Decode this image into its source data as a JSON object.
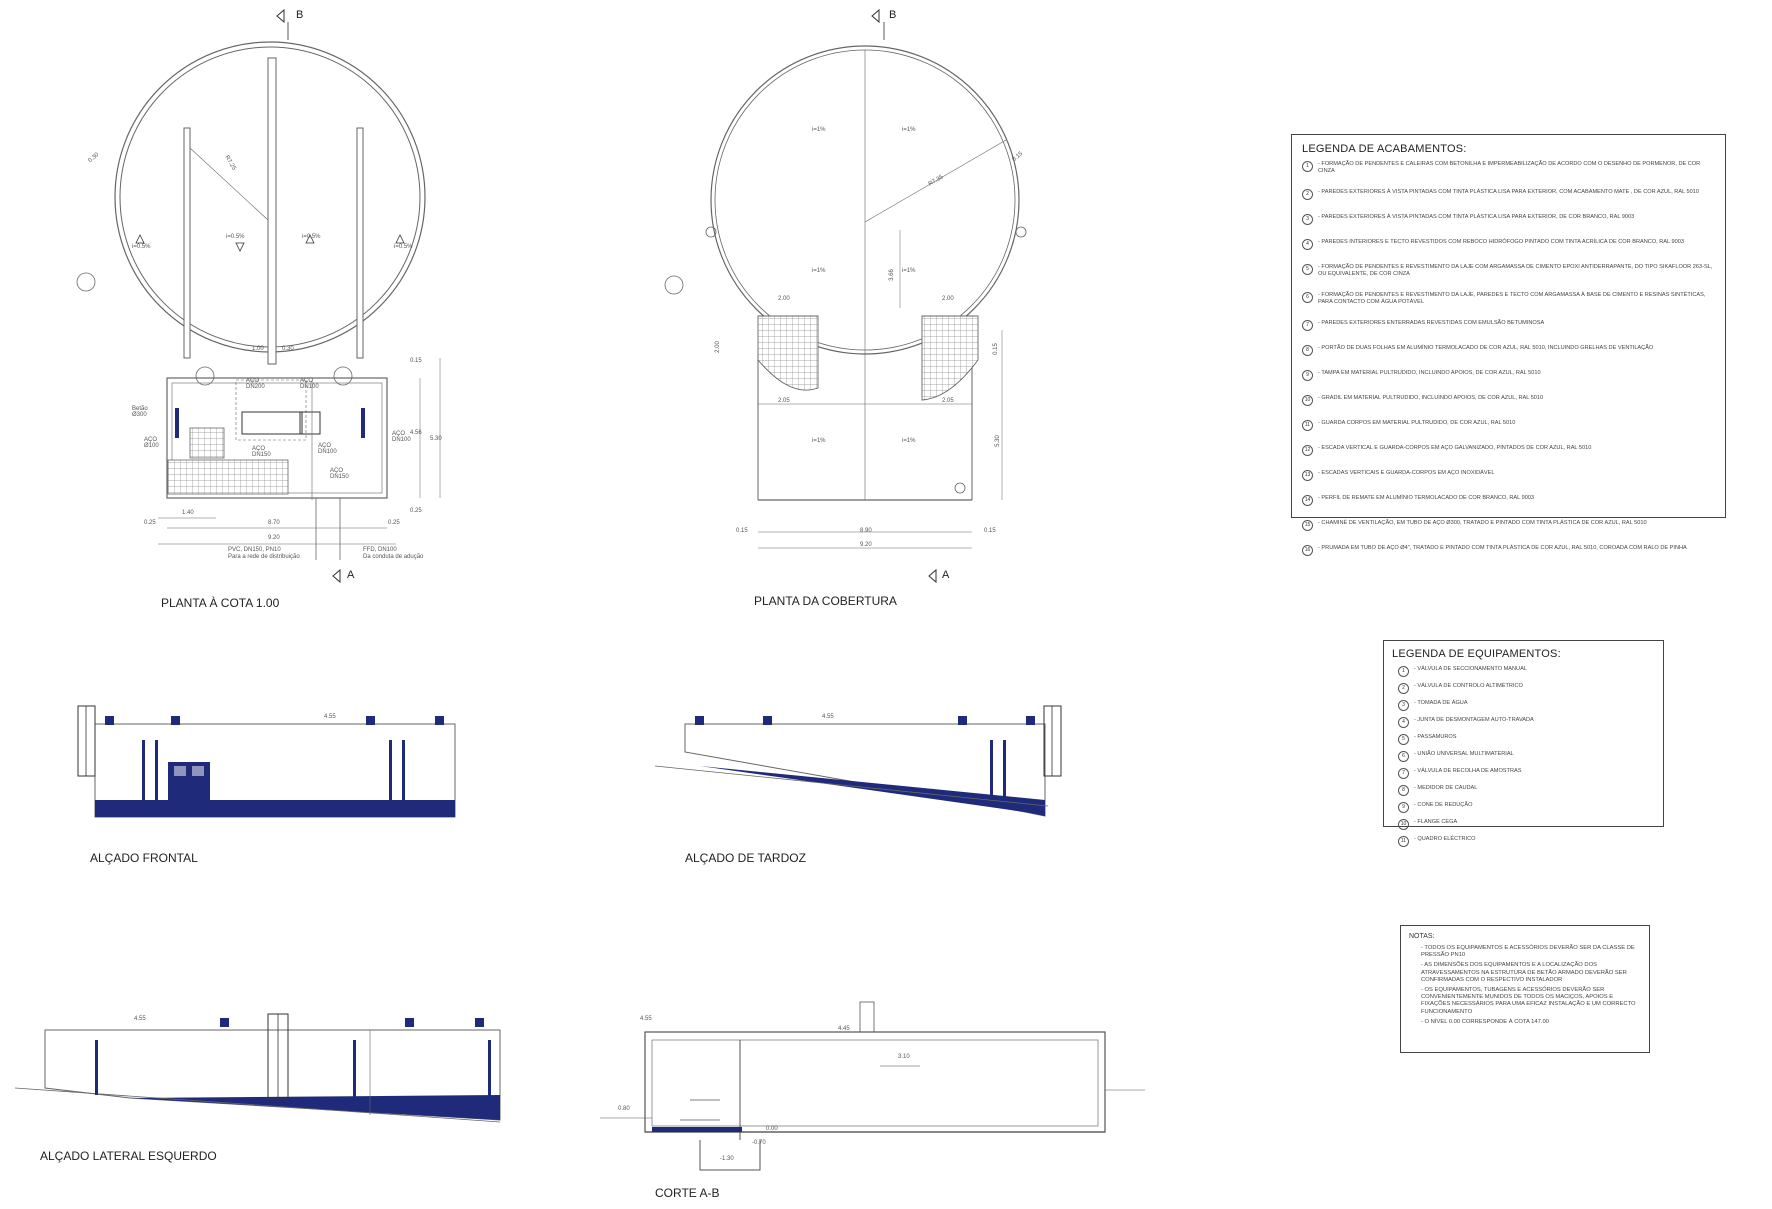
{
  "views": {
    "planta_cota": "PLANTA À COTA 1.00",
    "planta_cobertura": "PLANTA DA COBERTURA",
    "alcado_frontal": "ALÇADO FRONTAL",
    "alcado_tardoz": "ALÇADO DE TARDOZ",
    "alcado_lateral": "ALÇADO LATERAL ESQUERDO",
    "corte": "CORTE A-B"
  },
  "section_marks": {
    "b": "B",
    "a": "A"
  },
  "plan1": {
    "r": "R7.25",
    "d030": "0.30",
    "slope": "i=0.5%",
    "d100": "1.00",
    "d030b": "0.30",
    "aco_dn200": "AÇO\nDN200",
    "aco_dn100a": "AÇO\nDN100",
    "aco_dn150": "AÇO\nDN150",
    "aco_dn100b": "AÇO\nDN100",
    "aco_dn150b": "AÇO\nDN150",
    "aco_o100": "AÇO\nØ100",
    "aco_dn100c": "AÇO\nDN100",
    "betao": "Betão\nØ300",
    "d015": "0.15",
    "d456": "4.56",
    "d530": "5.30",
    "d025a": "0.25",
    "d025b": "0.25",
    "d870": "8.70",
    "d920": "9.20",
    "d140": "1.40",
    "d025c": "0.25",
    "pvc": "PVC, DN150, PN10",
    "pvc_sub": "Para a rede de distribuição",
    "ffd": "FFD, DN100",
    "ffd_sub": "Da conduta de adução"
  },
  "plan2": {
    "r": "R7.35",
    "d015a": "0.15",
    "slope": "i=1%",
    "d200a": "2.00",
    "d200b": "2.00",
    "d200c": "2.00",
    "d205a": "2.05",
    "d205b": "2.05",
    "d366": "3.66",
    "d530": "5.30",
    "d015b": "0.15",
    "d015c": "0.15",
    "d015d": "0.15",
    "d890": "8.90",
    "d920": "9.20"
  },
  "elev": {
    "h455": "4.55",
    "h455b": "4.55",
    "h455c": "4.55",
    "corte_455": "4.55",
    "corte_445": "4.45",
    "corte_310": "3.10",
    "corte_080": "0.80",
    "corte_000": "0.00",
    "corte_070": "-0.70",
    "corte_130": "-1.30"
  },
  "legend_acabamentos": {
    "title": "LEGENDA DE ACABAMENTOS:",
    "items": [
      {
        "n": "1",
        "t": "- FORMAÇÃO DE PENDENTES E CALEIRAS COM BETONILHA E IMPERMEABILIZAÇÃO DE ACORDO COM O DESENHO DE PORMENOR, DE COR CINZA"
      },
      {
        "n": "2",
        "t": "- PAREDES EXTERIORES À VISTA PINTADAS COM TINTA PLÁSTICA LISA PARA EXTERIOR, COM ACABAMENTO MATE , DE COR AZUL, RAL 5010"
      },
      {
        "n": "3",
        "t": "- PAREDES EXTERIORES À VISTA PINTADAS COM TINTA PLÁSTICA LISA PARA EXTERIOR, DE COR BRANCO, RAL 9003"
      },
      {
        "n": "4",
        "t": "- PAREDES INTERIORES E TECTO REVESTIDOS COM REBOCO HIDRÓFOGO PINTADO COM TINTA ACRÍLICA DE COR BRANCO, RAL 9003"
      },
      {
        "n": "5",
        "t": "- FORMAÇÃO DE PENDENTES E REVESTIMENTO DA LAJE COM ARGAMASSA DE CIMENTO EPOXI ANTIDERRAPANTE, DO TIPO SIKAFLOOR 263-SL, OU EQUIVALENTE, DE COR CINZA"
      },
      {
        "n": "6",
        "t": "- FORMAÇÃO DE PENDENTES E REVESTIMENTO DA LAJE, PAREDES E TECTO COM ARGAMASSA À BASE DE CIMENTO E RESINAS SINTÉTICAS, PARA CONTACTO COM ÁGUA POTÁVEL"
      },
      {
        "n": "7",
        "t": "- PAREDES EXTERIORES ENTERRADAS REVESTIDAS COM EMULSÃO BETUMINOSA"
      },
      {
        "n": "8",
        "t": "- PORTÃO DE DUAS FOLHAS EM ALUMÍNIO TERMOLACADO DE COR AZUL, RAL 5010, INCLUINDO GRELHAS DE VENTILAÇÃO"
      },
      {
        "n": "9",
        "t": "- TAMPA EM MATERIAL PULTRUDIDO, INCLUINDO APOIOS, DE COR AZUL, RAL 5010"
      },
      {
        "n": "10",
        "t": "- GRADIL EM MATERIAL PULTRUDIDO, INCLUINDO APOIOS, DE COR AZUL, RAL 5010"
      },
      {
        "n": "11",
        "t": "- GUARDA CORPOS EM MATERIAL PULTRUDIDO, DE COR AZUL, RAL 5010"
      },
      {
        "n": "12",
        "t": "- ESCADA VERTICAL E GUARDA-CORPOS EM AÇO GALVANIZADO, PINTADOS DE COR AZUL, RAL 5010"
      },
      {
        "n": "13",
        "t": "- ESCADAS VERTICAIS E GUARDA-CORPOS EM AÇO INOXIDÁVEL"
      },
      {
        "n": "14",
        "t": "- PERFIL DE REMATE EM ALUMÍNIO TERMOLACADO DE COR BRANCO, RAL 9003"
      },
      {
        "n": "15",
        "t": "- CHAMINÉ DE VENTILAÇÃO, EM TUBO DE AÇO Ø300, TRATADO E PINTADO COM TINTA PLÁSTICA DE COR AZUL, RAL 5010"
      },
      {
        "n": "16",
        "t": "- PRUMADA EM TUBO DE AÇO Ø4\", TRATADO E PINTADO COM TINTA PLÁSTICA DE COR AZUL, RAL 5010, COROADA COM RALO DE PINHA"
      }
    ]
  },
  "legend_equipamentos": {
    "title": "LEGENDA DE EQUIPAMENTOS:",
    "items": [
      {
        "n": "1",
        "t": "- VÁLVULA DE SECCIONAMENTO MANUAL"
      },
      {
        "n": "2",
        "t": "- VÁLVULA DE CONTROLO ALTIMÉTRICO"
      },
      {
        "n": "3",
        "t": "- TOMADA DE ÁGUA"
      },
      {
        "n": "4",
        "t": "- JUNTA DE DESMONTAGEM AUTO-TRAVADA"
      },
      {
        "n": "5",
        "t": "- PASSAMUROS"
      },
      {
        "n": "6",
        "t": "- UNIÃO UNIVERSAL MULTIMATERIAL"
      },
      {
        "n": "7",
        "t": "- VÁLVULA DE RECOLHA DE AMOSTRAS"
      },
      {
        "n": "8",
        "t": "- MEDIDOR DE CAUDAL"
      },
      {
        "n": "9",
        "t": "- CONE DE REDUÇÃO"
      },
      {
        "n": "10",
        "t": "- FLANGE CEGA"
      },
      {
        "n": "11",
        "t": "- QUADRO ELÉCTRICO"
      }
    ]
  },
  "notes": {
    "title": "NOTAS:",
    "items": [
      "- TODOS OS EQUIPAMENTOS E ACESSÓRIOS DEVERÃO SER DA CLASSE DE PRESSÃO PN10",
      "- AS DIMENSÕES DOS EQUIPAMENTOS E A LOCALIZAÇÃO DOS ATRAVESSAMENTOS NA ESTRUTURA DE BETÃO ARMADO DEVERÃO SER CONFIRMADAS COM O RESPECTIVO INSTALADOR",
      "- OS EQUIPAMENTOS, TUBAGENS E ACESSÓRIOS DEVERÃO SER CONVENIENTEMENTE MUNIDOS DE TODOS OS MACIÇOS, APOIOS E FIXAÇÕES NECESSÁRIOS PARA UMA EFICAZ INSTALAÇÃO E UM CORRECTO FUNCIONAMENTO",
      "- O NÍVEL 0.00 CORRESPONDE À COTA 147.00"
    ]
  },
  "colors": {
    "blue": "#1f2a7a",
    "line": "#555555",
    "hatch": "#9a9a9a"
  }
}
